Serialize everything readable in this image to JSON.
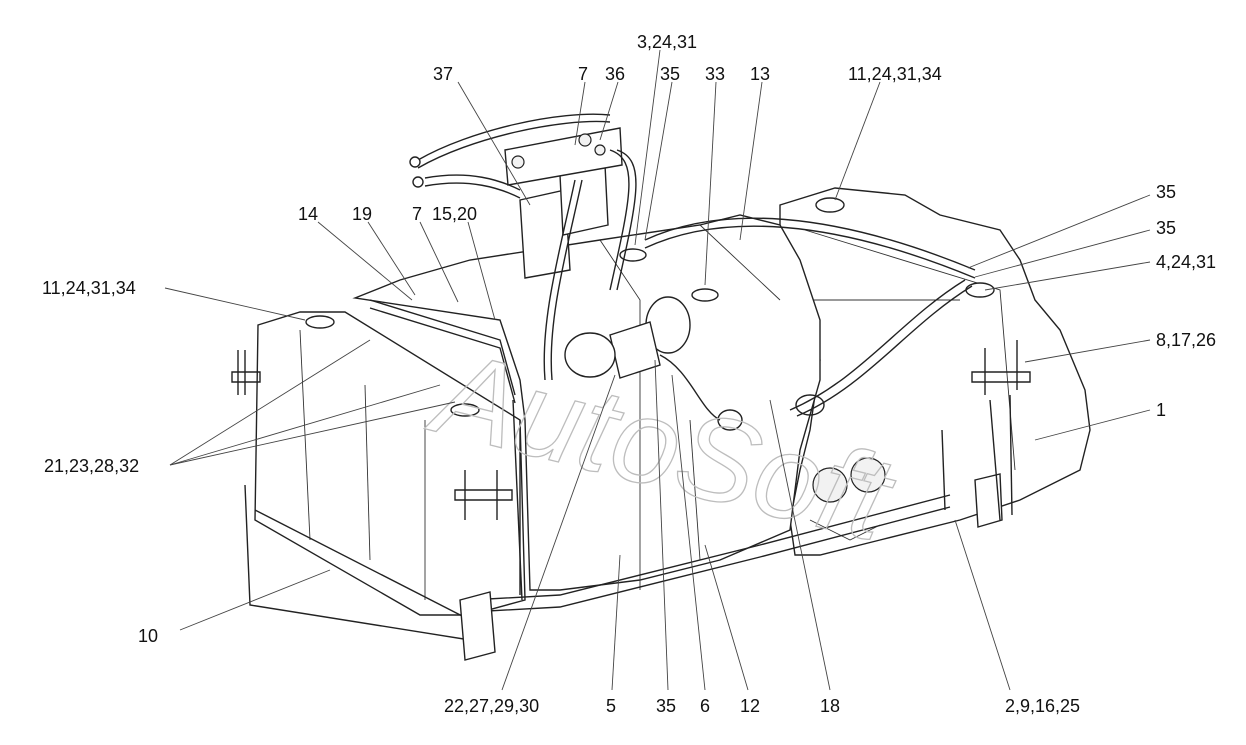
{
  "watermark": "AutoSoft",
  "callouts": [
    {
      "id": "c1",
      "label": "3,24,31"
    },
    {
      "id": "c2",
      "label": "37"
    },
    {
      "id": "c3",
      "label": "7"
    },
    {
      "id": "c4",
      "label": "36"
    },
    {
      "id": "c5",
      "label": "35"
    },
    {
      "id": "c6",
      "label": "33"
    },
    {
      "id": "c7",
      "label": "13"
    },
    {
      "id": "c8",
      "label": "11,24,31,34"
    },
    {
      "id": "c9",
      "label": "35"
    },
    {
      "id": "c10",
      "label": "35"
    },
    {
      "id": "c11",
      "label": "4,24,31"
    },
    {
      "id": "c12",
      "label": "14"
    },
    {
      "id": "c13",
      "label": "19"
    },
    {
      "id": "c14",
      "label": "7"
    },
    {
      "id": "c15",
      "label": "15,20"
    },
    {
      "id": "c16",
      "label": "11,24,31,34"
    },
    {
      "id": "c17",
      "label": "8,17,26"
    },
    {
      "id": "c18",
      "label": "1"
    },
    {
      "id": "c19",
      "label": "21,23,28,32"
    },
    {
      "id": "c20",
      "label": "10"
    },
    {
      "id": "c21",
      "label": "22,27,29,30"
    },
    {
      "id": "c22",
      "label": "5"
    },
    {
      "id": "c23",
      "label": "35"
    },
    {
      "id": "c24",
      "label": "6"
    },
    {
      "id": "c25",
      "label": "12"
    },
    {
      "id": "c26",
      "label": "18"
    },
    {
      "id": "c27",
      "label": "2,9,16,25"
    }
  ]
}
